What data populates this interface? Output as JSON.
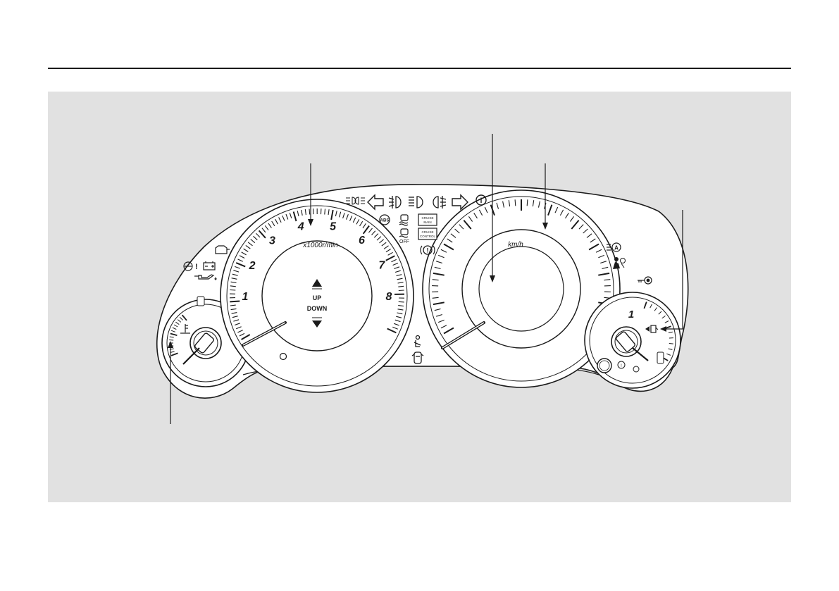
{
  "tachometer": {
    "numbers": [
      "1",
      "2",
      "3",
      "4",
      "5",
      "6",
      "7",
      "8"
    ],
    "unit": "x1000r/min",
    "shift_up": "UP",
    "shift_down": "DOWN"
  },
  "speedometer": {
    "unit": "km/h"
  },
  "fuel_gauge": {
    "mark": "1"
  },
  "indicators": {
    "cruise_main": [
      "CRUISE",
      "MAIN"
    ],
    "cruise_control": [
      "CRUISE",
      "CONTROL"
    ],
    "vsa_off": "OFF",
    "abs": "ABS"
  },
  "icons": [
    "parking-lights-icon",
    "left-turn-signal-icon",
    "front-fog-light-icon",
    "high-beam-icon",
    "rear-fog-light-icon",
    "right-turn-signal-icon",
    "info-icon",
    "abs-icon",
    "vsa-icon",
    "vsa-off-icon",
    "cruise-main-icon",
    "cruise-control-icon",
    "brake-system-icon",
    "check-engine-icon",
    "charging-system-icon",
    "power-steering-icon",
    "oil-pressure-icon",
    "auto-high-beam-icon",
    "airbag-icon",
    "immobilizer-key-icon",
    "seatbelt-reminder-icon",
    "door-open-icon",
    "low-fuel-icon",
    "coolant-temperature-icon",
    "tpms-icon"
  ],
  "colors": {
    "panel_background": "#e1e1e1",
    "line": "#1a1a1a",
    "dial_face": "#ffffff"
  }
}
